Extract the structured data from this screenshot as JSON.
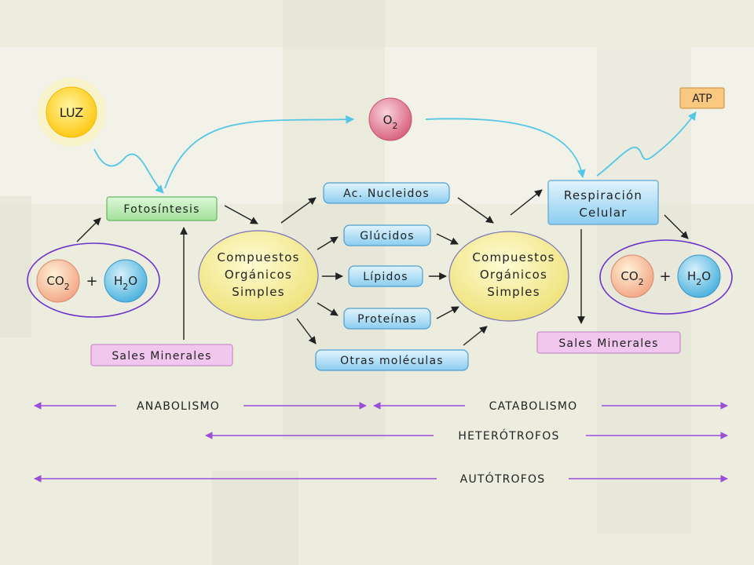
{
  "sun": {
    "label": "LUZ"
  },
  "oxygen": {
    "base": "O",
    "sub": "2"
  },
  "atp": {
    "label": "ATP"
  },
  "photosynthesis": {
    "label": "Fotosíntesis"
  },
  "respiration": {
    "line1": "Respiración",
    "line2": "Celular"
  },
  "left_molecules": {
    "co2_base": "CO",
    "co2_sub": "2",
    "plus": "+",
    "h2o_h": "H",
    "h2o_sub": "2",
    "h2o_o": "O"
  },
  "right_molecules": {
    "co2_base": "CO",
    "co2_sub": "2",
    "plus": "+",
    "h2o_h": "H",
    "h2o_sub": "2",
    "h2o_o": "O"
  },
  "left_compounds": {
    "line1": "Compuestos",
    "line2": "Orgánicos",
    "line3": "Simples"
  },
  "right_compounds": {
    "line1": "Compuestos",
    "line2": "Orgánicos",
    "line3": "Simples"
  },
  "macromolecules": {
    "nucleic": "Ac. Nucleidos",
    "glucids": "Glúcidos",
    "lipids": "Lípidos",
    "proteins": "Proteínas",
    "others": "Otras moléculas"
  },
  "salts_left": {
    "label": "Sales Minerales"
  },
  "salts_right": {
    "label": "Sales Minerales"
  },
  "ranges": {
    "anabolism": "ANABOLISMO",
    "catabolism": "CATABOLISMO",
    "heterotrophs": "HETERÓTROFOS",
    "autotrophs": "AUTÓTROFOS"
  },
  "colors": {
    "purple_line": "#9a4fd6",
    "cyan_arrow": "#54c6e6",
    "green_box": "#b6eab0",
    "blue_box": "#a9d9f4",
    "pink_box": "#f2c7ef",
    "yellow_oval": "#f6f0a6",
    "sun_yellow": "#ffd21a",
    "oxygen_pink": "#e88aa0"
  }
}
